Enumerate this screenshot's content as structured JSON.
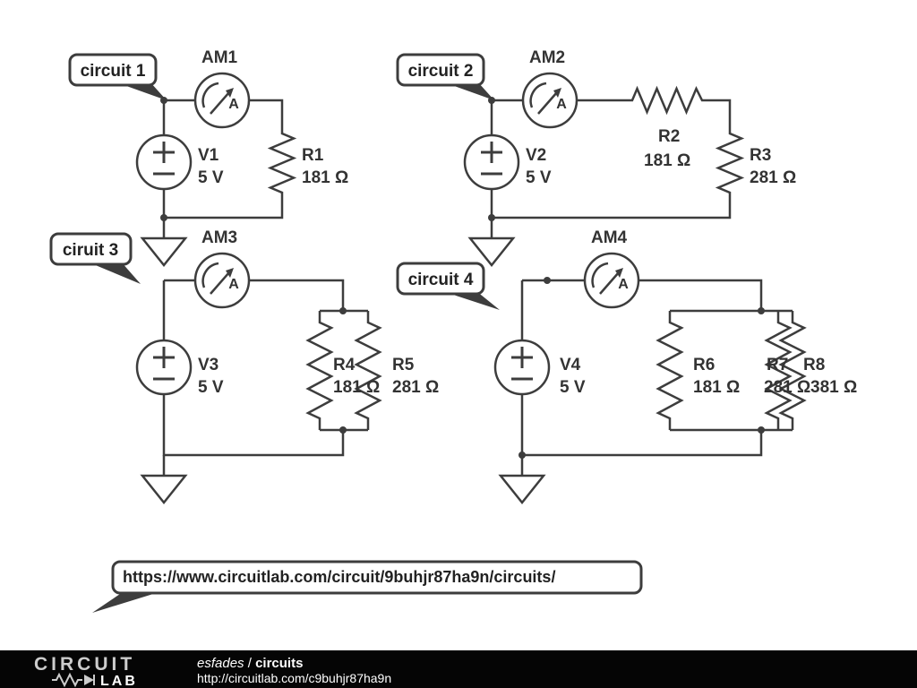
{
  "colors": {
    "ink": "#3d3d3d",
    "label_text": "#333333",
    "callout_text": "#222222",
    "background": "#ffffff",
    "footer_background": "#000000",
    "footer_text": "#ffffff",
    "logo_gray": "#cccccc"
  },
  "symbols": {
    "ammeter_letter": "A"
  },
  "callouts": {
    "circuit1": "circuit 1",
    "circuit2": "circuit 2",
    "circuit3": "ciruit 3",
    "circuit4": "circuit 4",
    "share_url": "https://www.circuitlab.com/circuit/9buhjr87ha9n/circuits/"
  },
  "components": {
    "AM1": {
      "label": "AM1"
    },
    "AM2": {
      "label": "AM2"
    },
    "AM3": {
      "label": "AM3"
    },
    "AM4": {
      "label": "AM4"
    },
    "V1": {
      "label": "V1",
      "value": "5 V"
    },
    "V2": {
      "label": "V2",
      "value": "5 V"
    },
    "V3": {
      "label": "V3",
      "value": "5 V"
    },
    "V4": {
      "label": "V4",
      "value": "5 V"
    },
    "R1": {
      "label": "R1",
      "value": "181 Ω"
    },
    "R2": {
      "label": "R2",
      "value": "181 Ω"
    },
    "R3": {
      "label": "R3",
      "value": "281 Ω"
    },
    "R4": {
      "label": "R4",
      "value": "181 Ω"
    },
    "R5": {
      "label": "R5",
      "value": "281 Ω"
    },
    "R6": {
      "label": "R6",
      "value": "181 Ω"
    },
    "R7": {
      "label": "R7",
      "value": "281 Ω"
    },
    "R8": {
      "label": "R8",
      "value": "381 Ω"
    }
  },
  "footer": {
    "logo_line1": "CIRCUIT",
    "logo_line2": "LAB",
    "author": "esfades",
    "separator": " / ",
    "title": "circuits",
    "page_url": "http://circuitlab.com/c9buhjr87ha9n"
  }
}
